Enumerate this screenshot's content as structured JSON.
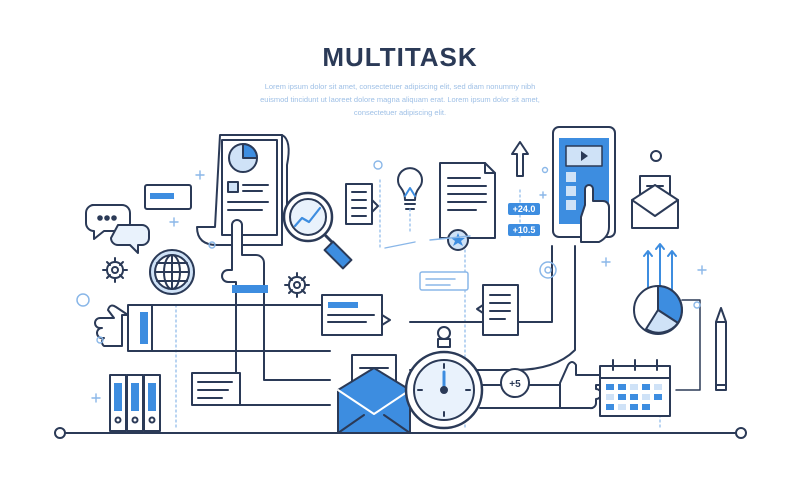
{
  "title": "MULTITASK",
  "subtitle": {
    "line1": "Lorem ipsum dolor sit amet, consectetuer adipiscing elit, sed diam nonummy nibh",
    "line2": "euismod tincidunt ut laoreet dolore magna aliquam erat. Lorem ipsum dolor sit amet,",
    "line3": "consectetuer adipiscing elit."
  },
  "badges": {
    "upper": "+24.0",
    "lower": "+10.5",
    "stopwatch": "+5"
  },
  "colors": {
    "outline": "#2b3a57",
    "accent": "#3d8de0",
    "light": "#cfe2f7",
    "pale": "#e9f2fc"
  },
  "icons": [
    "chat-bubbles-icon",
    "message-card-icon",
    "document-pie-chart-icon",
    "magnifier-chart-icon",
    "list-document-icon",
    "lightbulb-icon",
    "certificate-document-icon",
    "growth-arrow-icon",
    "smartphone-video-icon",
    "envelope-icon",
    "globe-icon",
    "gear-icon",
    "thumbs-up-icon",
    "pointing-hand-icon",
    "binders-icon",
    "stopwatch-icon",
    "calendar-icon",
    "pie-chart-icon",
    "pencil-icon"
  ]
}
